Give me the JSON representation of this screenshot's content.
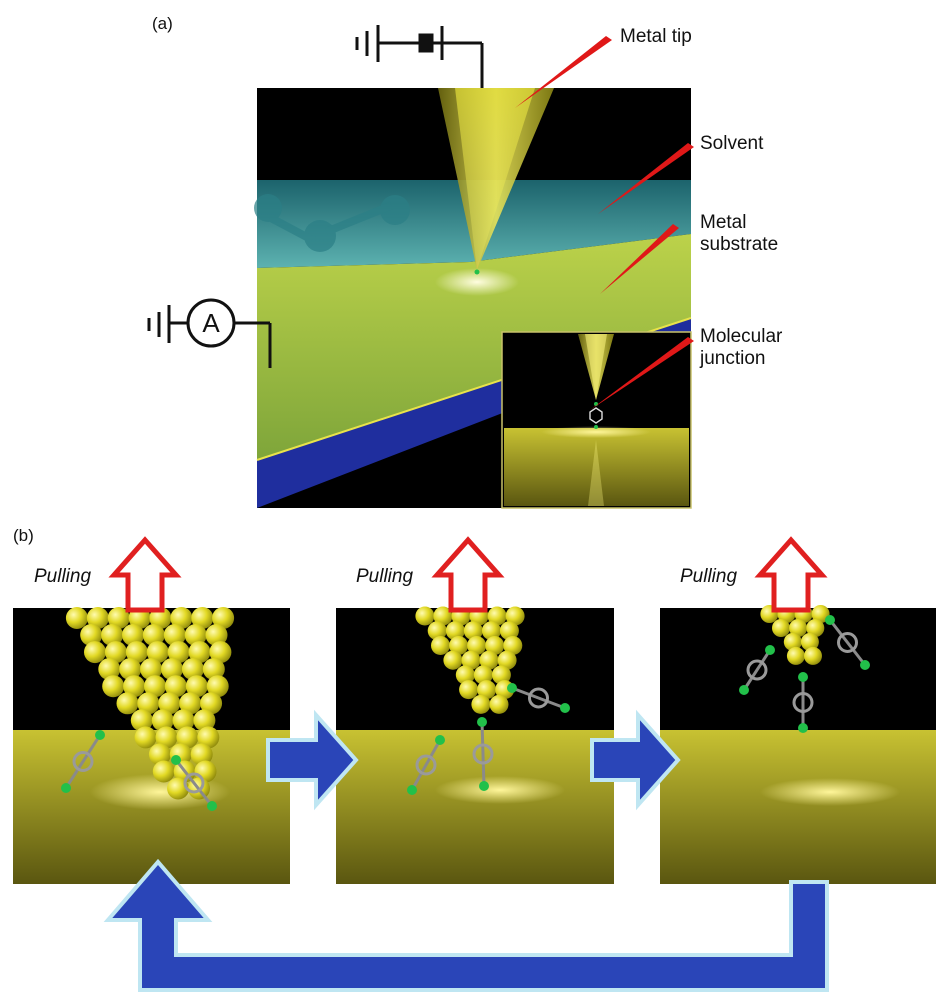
{
  "panel_a": {
    "tag": "(a)",
    "labels": {
      "metal_tip": "Metal tip",
      "solvent": "Solvent",
      "metal_substrate_1": "Metal",
      "metal_substrate_2": "substrate",
      "molecular_junction_1": "Molecular",
      "molecular_junction_2": "junction"
    },
    "ammeter_symbol": "A"
  },
  "panel_b": {
    "tag": "(b)",
    "steps": [
      {
        "label": "Pulling"
      },
      {
        "label": "Pulling"
      },
      {
        "label": "Pulling"
      }
    ]
  },
  "colors": {
    "gold": "#e6df3a",
    "solvent": "#4fb9c2",
    "substrate_edge": "#1f2e9e",
    "arrow_blue": "#2a45b8",
    "arrow_red": "#e02020",
    "pointer_red": "#e01818",
    "atom_green": "#22c04a"
  }
}
